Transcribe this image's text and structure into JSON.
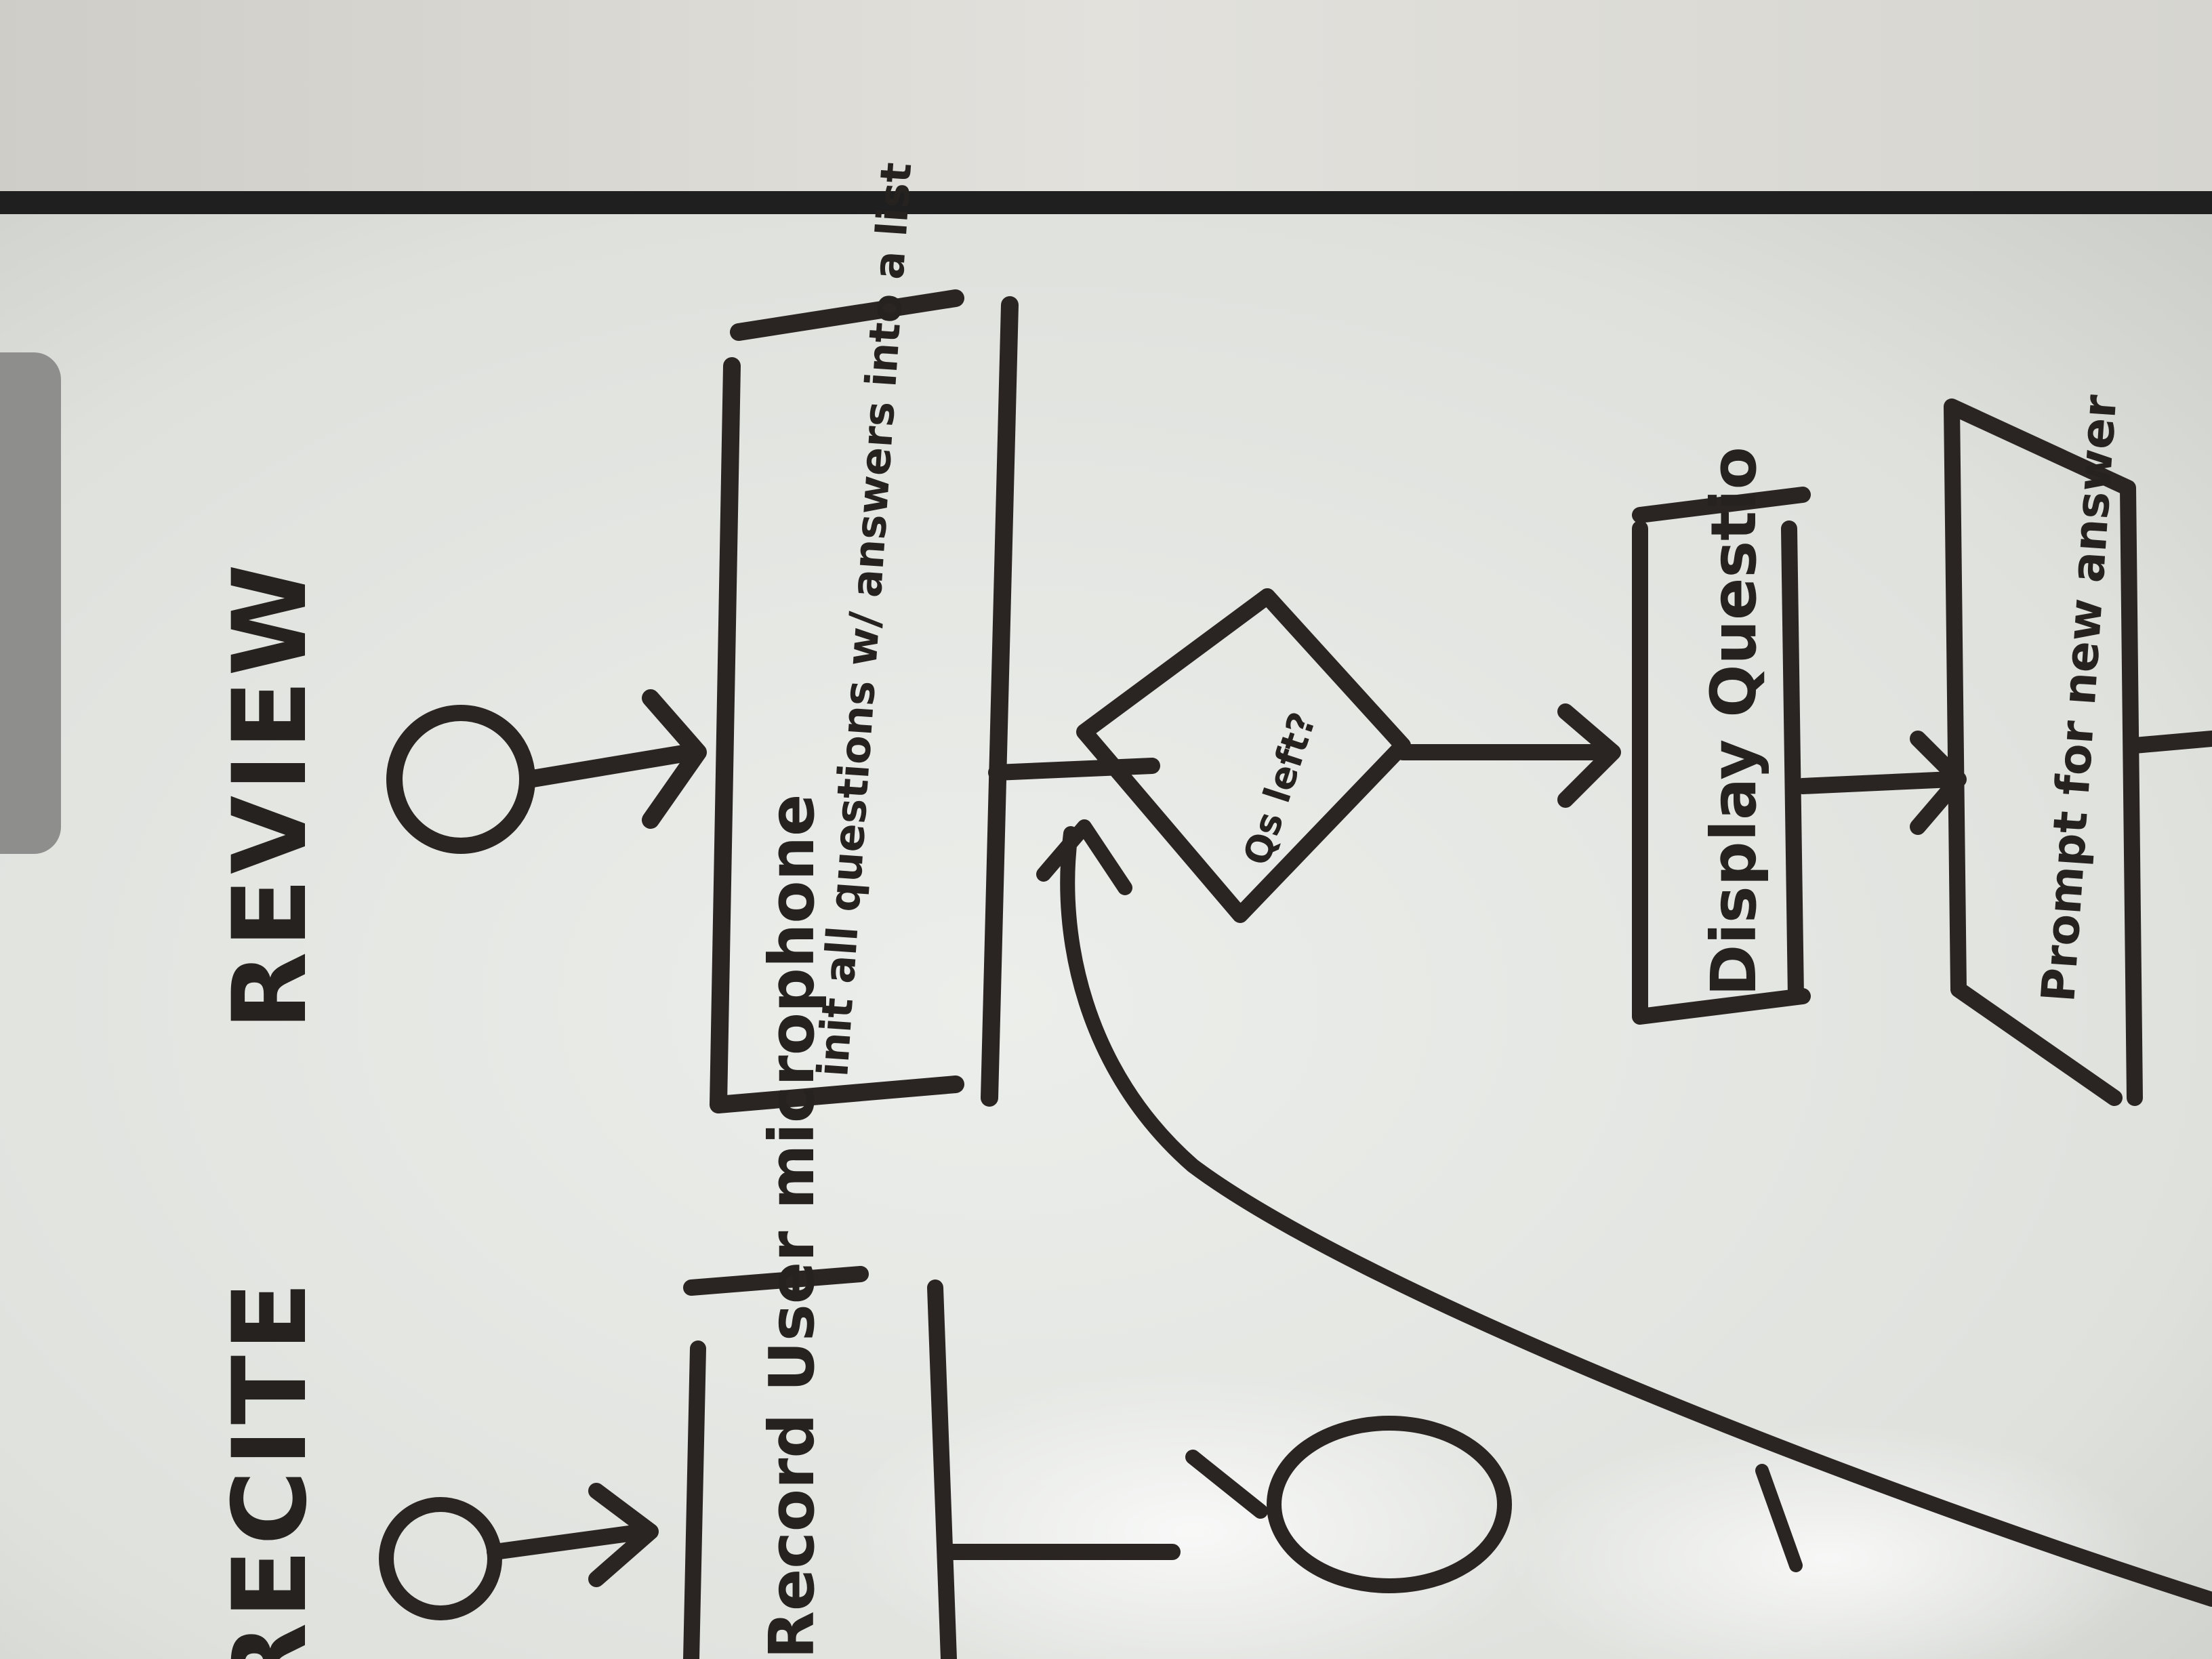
{
  "whiteboard": {
    "colors": {
      "board": "#e4e6e3",
      "frame": "#1f1f1f",
      "wall": "#d9d8d2",
      "ink": "#2a2523"
    },
    "review_flow": {
      "title": "REVIEW",
      "process_init": "init all questions w/ answers into a list",
      "decision": "Qs left?",
      "process_display": "Display Questio",
      "io_prompt": "Prompt for new answer"
    },
    "recite_flow": {
      "title": "RECITE",
      "process_record": "Record User microphone"
    }
  }
}
